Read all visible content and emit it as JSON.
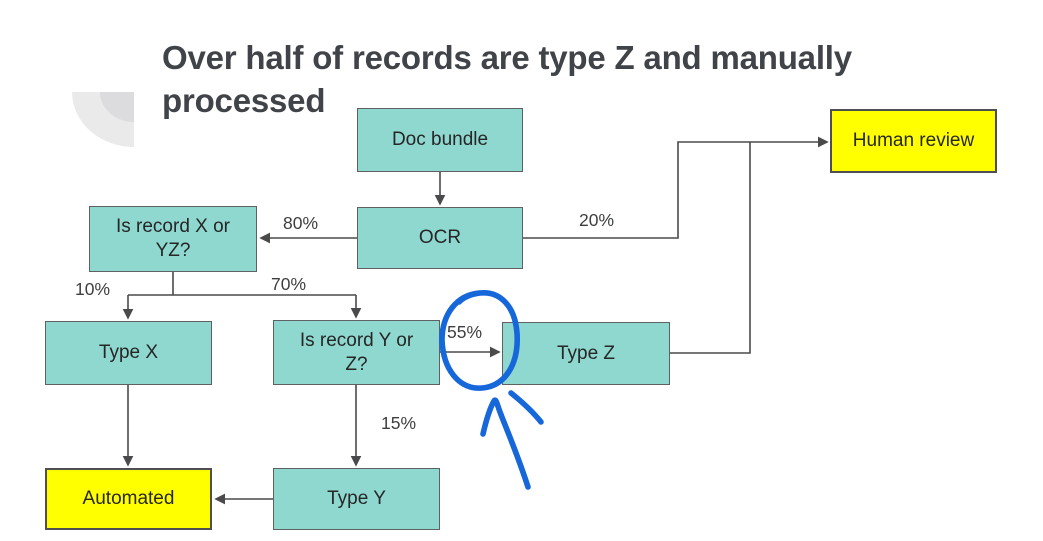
{
  "slide": {
    "title": "Over half of records are type Z and manually processed"
  },
  "flowchart": {
    "nodes": {
      "doc_bundle": {
        "label": "Doc bundle"
      },
      "ocr": {
        "label": "OCR"
      },
      "is_record_x_or_yz": {
        "label": "Is record X or YZ?"
      },
      "type_x": {
        "label": "Type X"
      },
      "is_record_y_or_z": {
        "label": "Is record Y or Z?"
      },
      "type_z": {
        "label": "Type Z"
      },
      "type_y": {
        "label": "Type Y"
      },
      "automated": {
        "label": "Automated"
      },
      "human_review": {
        "label": "Human review"
      }
    },
    "edges": [
      {
        "from": "doc_bundle",
        "to": "ocr",
        "label": ""
      },
      {
        "from": "ocr",
        "to": "is_record_x_or_yz",
        "label": "80%"
      },
      {
        "from": "ocr",
        "to": "human_review",
        "label": "20%"
      },
      {
        "from": "is_record_x_or_yz",
        "to": "type_x",
        "label": "10%"
      },
      {
        "from": "is_record_x_or_yz",
        "to": "is_record_y_or_z",
        "label": "70%"
      },
      {
        "from": "is_record_y_or_z",
        "to": "type_z",
        "label": "55%"
      },
      {
        "from": "is_record_y_or_z",
        "to": "type_y",
        "label": "15%"
      },
      {
        "from": "type_x",
        "to": "automated",
        "label": ""
      },
      {
        "from": "type_y",
        "to": "automated",
        "label": ""
      },
      {
        "from": "type_z",
        "to": "human_review",
        "label": ""
      }
    ],
    "annotation": {
      "type": "hand-drawn circle and arrow",
      "highlights": "55%"
    },
    "colors": {
      "process_fill": "#8fd8d0",
      "outcome_fill": "#ffff00",
      "node_border": "#5f6062",
      "connector": "#4a4a4c",
      "annotation_ink": "#1667d9",
      "title_text": "#404347",
      "deco_gray": "#eaeaeb"
    }
  }
}
